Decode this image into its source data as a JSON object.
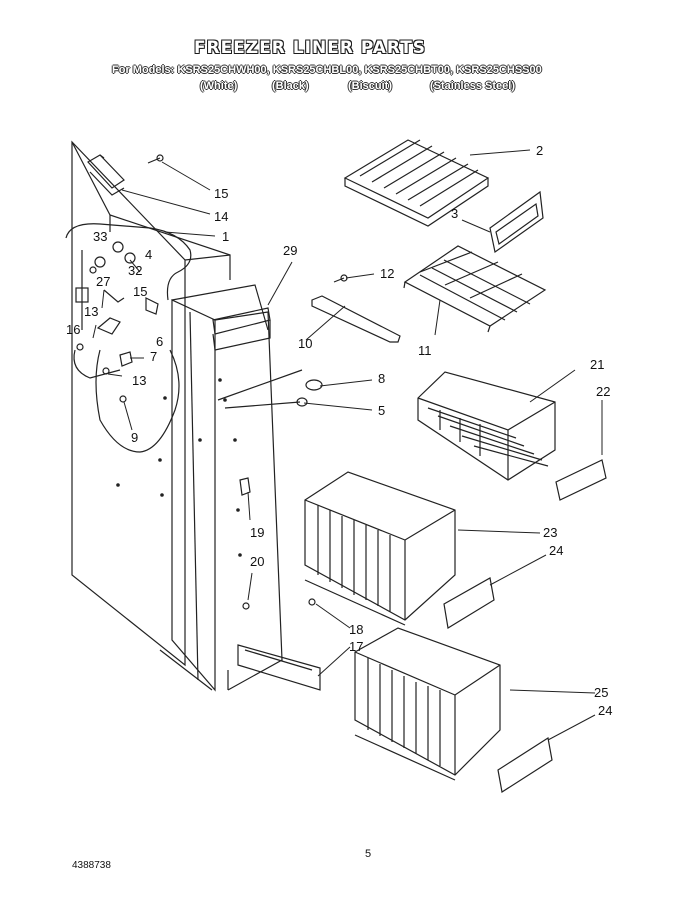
{
  "header": {
    "title": "FREEZER LINER PARTS",
    "models": "For Models: KSRS25CHWH00, KSRS25CHBL00, KSRS25CHBT00, KSRS25CHSS00",
    "finishes": [
      "(White)",
      "(Black)",
      "(Biscuit)",
      "(Stainless Steel)"
    ]
  },
  "callouts": [
    "2",
    "3",
    "15",
    "14",
    "1",
    "33",
    "4",
    "32",
    "29",
    "12",
    "27",
    "15",
    "16",
    "13",
    "6",
    "10",
    "11",
    "7",
    "13",
    "8",
    "5",
    "21",
    "22",
    "9",
    "19",
    "23",
    "24",
    "20",
    "18",
    "17",
    "25",
    "24"
  ],
  "footer": {
    "doc_number": "4388738",
    "page_number": "5"
  }
}
